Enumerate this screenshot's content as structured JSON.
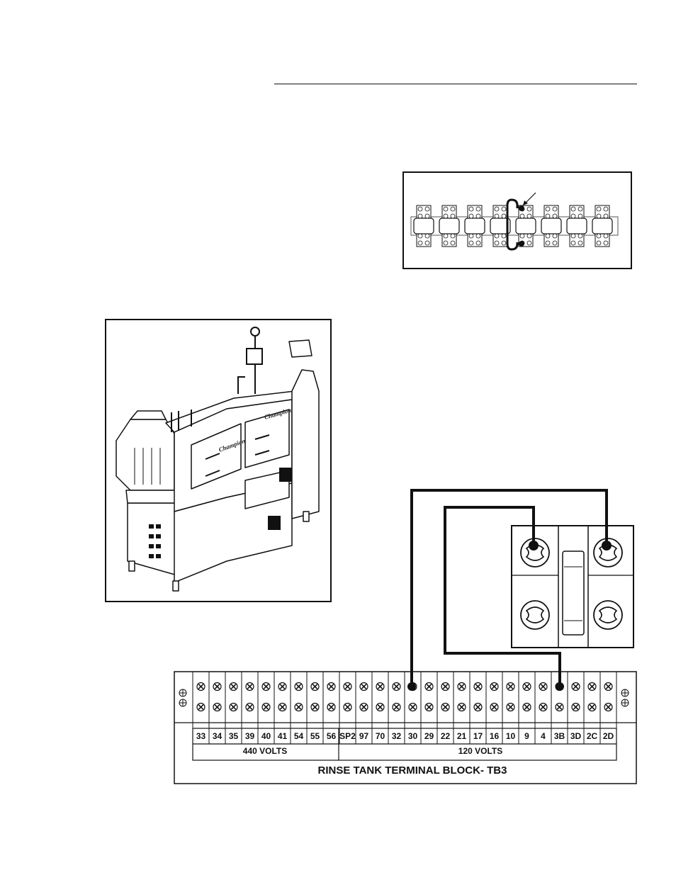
{
  "terminal_block": {
    "title": "RINSE TANK TERMINAL BLOCK- TB3",
    "terminals": [
      "33",
      "34",
      "35",
      "39",
      "40",
      "41",
      "54",
      "55",
      "56",
      "SP2",
      "97",
      "70",
      "32",
      "30",
      "29",
      "22",
      "21",
      "17",
      "16",
      "10",
      "9",
      "4",
      "3B",
      "3D",
      "2C",
      "2D"
    ],
    "voltage_groups": [
      {
        "label": "440 VOLTS",
        "from": "33",
        "to": "56"
      },
      {
        "label": "120 VOLTS",
        "from": "SP2",
        "to": "2D"
      }
    ],
    "wired_terminals": [
      "30",
      "3B"
    ]
  },
  "machine": {
    "brand_labels": [
      "Champion",
      "Champion"
    ]
  },
  "icons": [
    "screw-terminal-icon",
    "ground-terminal-icon",
    "fuse-block-icon",
    "fuse-holder-icon"
  ]
}
